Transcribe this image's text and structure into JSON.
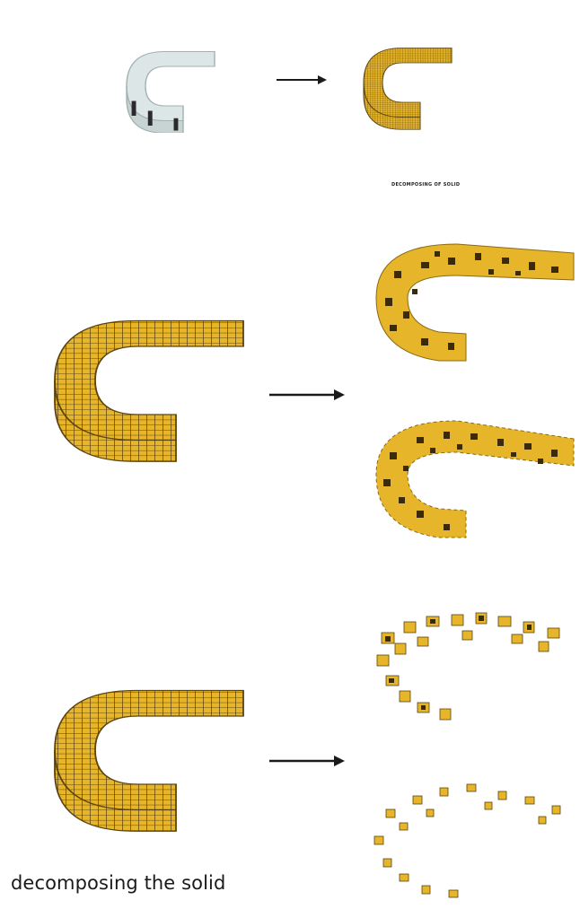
{
  "caption": "decomposing the solid",
  "tiny_label": "DECOMPOSING OF SOLID",
  "colors": {
    "solid_fill": "#dde6e6",
    "solid_edge": "#a3b1b1",
    "voxel_fill": "#e7b52a",
    "voxel_dark": "#3a2b0a",
    "voxel_grid": "#5b4410",
    "arrow": "#1a1a1a"
  },
  "icons": [
    "solid-arc",
    "voxel-arc",
    "scattered-voxel-arc",
    "right-arrow"
  ]
}
